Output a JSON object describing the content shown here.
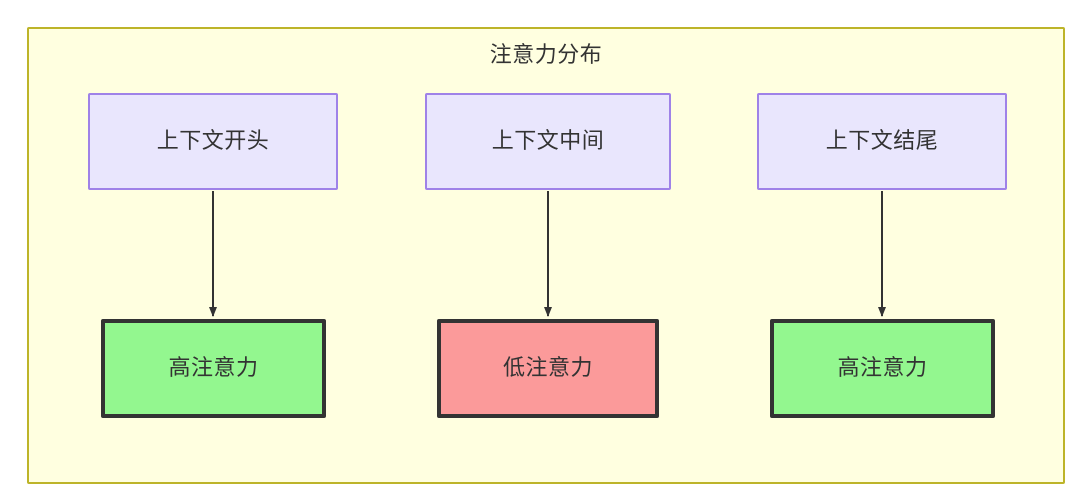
{
  "diagram": {
    "title": "注意力分布",
    "container": {
      "fill": "#ffffe0",
      "stroke": "#bdb429"
    },
    "context_nodes": [
      {
        "id": "ctx-start",
        "label": "上下文开头",
        "fill": "#e9e6fd",
        "stroke": "#9f82e8"
      },
      {
        "id": "ctx-middle",
        "label": "上下文中间",
        "fill": "#e9e6fd",
        "stroke": "#9f82e8"
      },
      {
        "id": "ctx-end",
        "label": "上下文结尾",
        "fill": "#e9e6fd",
        "stroke": "#9f82e8"
      }
    ],
    "attention_nodes": [
      {
        "id": "att-high-start",
        "label": "高注意力",
        "level": "high",
        "fill": "#93f78f",
        "stroke": "#333333"
      },
      {
        "id": "att-low-middle",
        "label": "低注意力",
        "level": "low",
        "fill": "#fb9a9a",
        "stroke": "#333333"
      },
      {
        "id": "att-high-end",
        "label": "高注意力",
        "level": "high",
        "fill": "#93f78f",
        "stroke": "#333333"
      }
    ],
    "edges": [
      {
        "id": "edge-1",
        "from": "ctx-start",
        "to": "att-high-start",
        "style": "arrow",
        "color": "#333333"
      },
      {
        "id": "edge-2",
        "from": "ctx-middle",
        "to": "att-low-middle",
        "style": "arrow",
        "color": "#333333"
      },
      {
        "id": "edge-3",
        "from": "ctx-end",
        "to": "att-high-end",
        "style": "arrow",
        "color": "#333333"
      }
    ]
  }
}
